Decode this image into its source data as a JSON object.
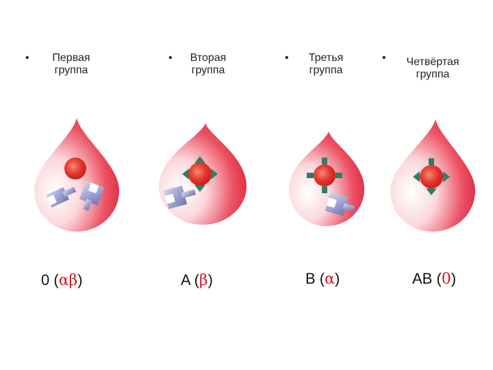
{
  "groups": [
    {
      "title_line1": "Первая",
      "title_line2": "группа",
      "label_main": "0 (",
      "label_greek": "αβ",
      "label_end": ")"
    },
    {
      "title_line1": "Вторая",
      "title_line2": "группа",
      "label_main": "A (",
      "label_greek": "β",
      "label_end": ")"
    },
    {
      "title_line1": "Третья",
      "title_line2": "группа",
      "label_main": "B (",
      "label_greek": "α",
      "label_end": ")"
    },
    {
      "title_line1": "Четвёртая",
      "title_line2": "группа",
      "label_main": "AB (",
      "label_greek": "0",
      "label_end": ")"
    }
  ],
  "bullet": "•",
  "colors": {
    "drop_red": "#e3283f",
    "cell_red": "#e4362e",
    "antigen_green": "#2f7f63",
    "antibody_blue": "#8b8fc6",
    "greek_red": "#d3121f"
  },
  "icons": {
    "drop": "blood-drop-icon",
    "cell": "red-blood-cell-icon",
    "antigen": "antigen-arrow-icon",
    "antibody": "antibody-wrench-icon"
  }
}
